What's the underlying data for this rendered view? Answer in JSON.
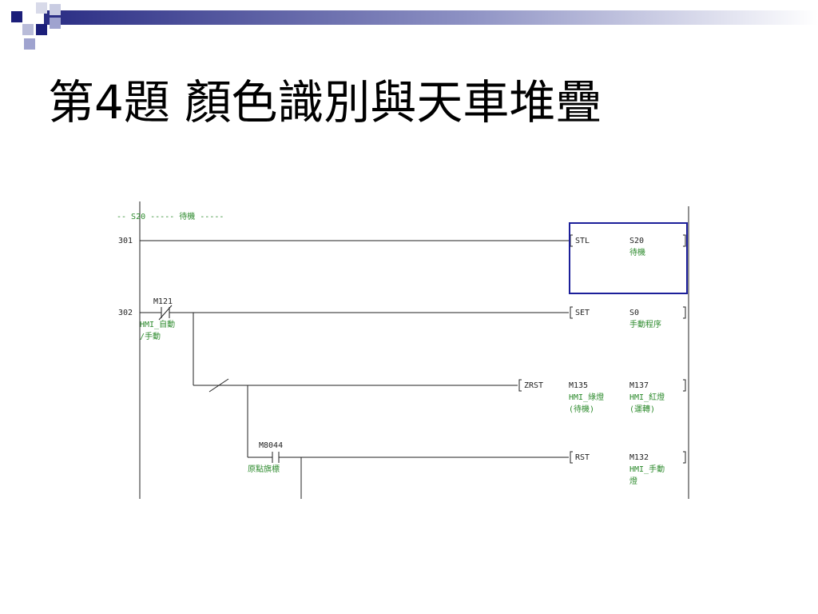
{
  "title": "第4題  顏色識別與天車堆疊",
  "colors": {
    "deco_dark": "#1c1f7a",
    "deco_light": "#9fa3cf",
    "ladder_line": "#222222",
    "comment_text": "#2e8b2e",
    "highlight_box": "#1c1f9a"
  },
  "ladder": {
    "section_comment": "-- S20 ----- 待機 -----",
    "rungs": [
      {
        "step": "301",
        "instruction": "STL",
        "operand1": "S20",
        "operand1_comment": "待機"
      },
      {
        "step": "302",
        "contact": "M121",
        "contact_comment_1": "HMI_自動",
        "contact_comment_2": "/手動",
        "instruction": "SET",
        "operand1": "S0",
        "operand1_comment": "手動程序"
      }
    ],
    "zrst": {
      "instruction": "ZRST",
      "operand1": "M135",
      "operand1_comment_1": "HMI_綠燈",
      "operand1_comment_2": "(待機)",
      "operand2": "M137",
      "operand2_comment_1": "HMI_紅燈",
      "operand2_comment_2": "(運轉)"
    },
    "rst": {
      "contact": "M8044",
      "contact_comment": "原點旗標",
      "instruction": "RST",
      "operand1": "M132",
      "operand1_comment_1": "HMI_手動",
      "operand1_comment_2": "燈"
    }
  }
}
